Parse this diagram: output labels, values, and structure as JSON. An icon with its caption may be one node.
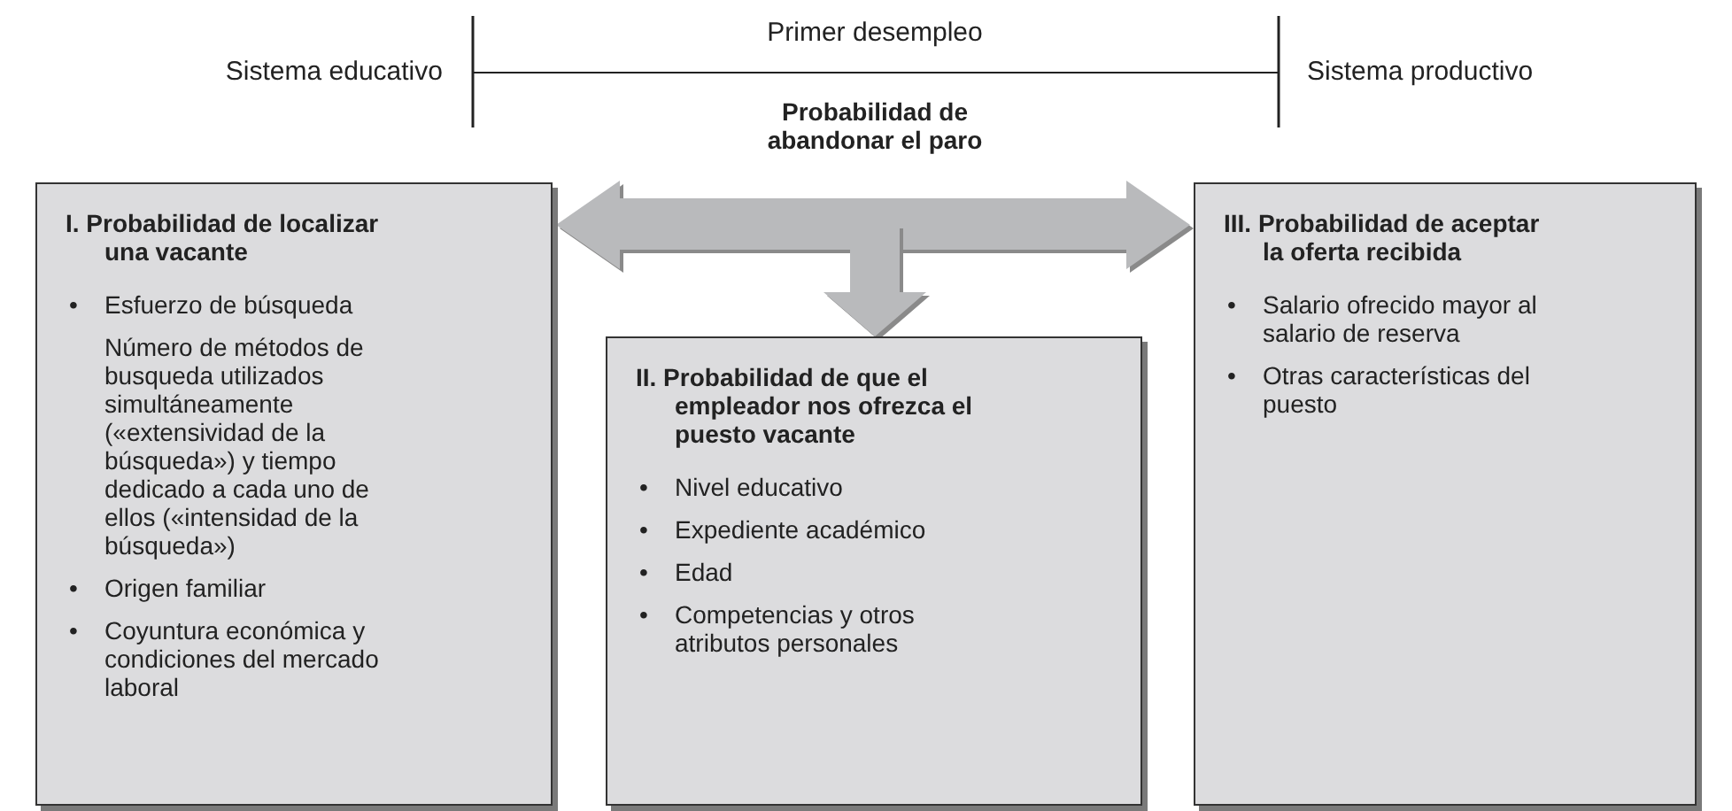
{
  "diagram": {
    "nodes": [
      {
        "text": [
          "I. Probabilidad de localizar una vacante",
          "Esfuerzo de búsqueda",
          "Número de métodos de busqueda utilizados simultáneamente («extensividad de la búsqueda») y tiempo dedicado a cada uno de ellos («intensidad de la búsqueda»)",
          "Origen familiar",
          "Coyuntura económica y condiciones del mercado laboral"
        ]
      },
      {
        "text": [
          "II. Probabilidad de que el empleador nos ofrezca el puesto vacante",
          "Nivel educativo",
          "Expediente académico",
          "Edad",
          "Competencias y otros atributos personales"
        ]
      },
      {
        "text": [
          "III. Probabilidad de aceptar la oferta recibida",
          "Salario ofrecido mayor al salario de reserva",
          "Otras características del puesto"
        ]
      }
    ],
    "edges": [
      {
        "from": null,
        "to": 0,
        "arrow": "to",
        "style": "thick"
      },
      {
        "from": null,
        "to": 2,
        "arrow": "to",
        "style": "thick"
      },
      {
        "from": null,
        "to": 1,
        "arrow": "to",
        "style": "thick"
      }
    ],
    "labels": [
      "Primer desempleo",
      "Sistema educativo",
      "Sistema productivo",
      "Probabilidad de abandonar el paro",
      "•",
      "•",
      "•",
      "•",
      "•",
      "•",
      "•",
      "•",
      "•"
    ]
  }
}
